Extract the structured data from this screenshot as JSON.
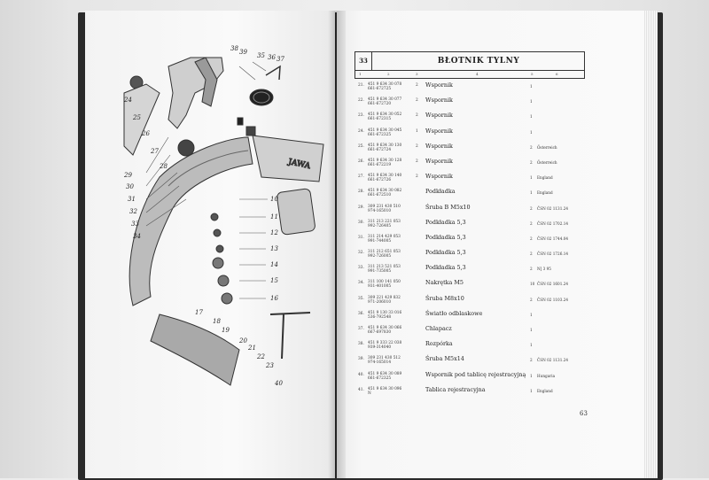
{
  "page_header": {
    "section_number": "33",
    "title": "BŁOTNIK TYLNY",
    "column_numbers": [
      "1",
      "2",
      "3",
      "4",
      "5",
      "6"
    ]
  },
  "page_number": "63",
  "diagram": {
    "label_numbers": [
      "35",
      "36",
      "37",
      "38",
      "39",
      "24",
      "25",
      "26",
      "27",
      "28",
      "29",
      "30",
      "31",
      "32",
      "33",
      "34",
      "10",
      "11",
      "12",
      "13",
      "14",
      "15",
      "16",
      "17",
      "18",
      "19",
      "20",
      "21",
      "22",
      "23",
      "40"
    ]
  },
  "parts": [
    {
      "pos": "21.",
      "codes": [
        "451 9 634 30 078",
        "661-672725"
      ],
      "qty": "2",
      "name": "Wspornik",
      "unit": "1",
      "note": ""
    },
    {
      "pos": "22.",
      "codes": [
        "451 9 634 30 077",
        "661-672720"
      ],
      "qty": "2",
      "name": "Wspornik",
      "unit": "1",
      "note": ""
    },
    {
      "pos": "23.",
      "codes": [
        "451 9 634 30 052",
        "661-672315"
      ],
      "qty": "2",
      "name": "Wspornik",
      "unit": "1",
      "note": ""
    },
    {
      "pos": "24.",
      "codes": [
        "451 9 634 30 045",
        "661-672325"
      ],
      "qty": "1",
      "name": "Wspornik",
      "unit": "1",
      "note": ""
    },
    {
      "pos": "25.",
      "codes": [
        "451 9 634 30 130",
        "661-672724"
      ],
      "qty": "2",
      "name": "Wspornik",
      "unit": "2",
      "note": "Österreich"
    },
    {
      "pos": "26.",
      "codes": [
        "451 9 634 30 128",
        "661-672219"
      ],
      "qty": "2",
      "name": "Wspornik",
      "unit": "2",
      "note": "Österreich"
    },
    {
      "pos": "27.",
      "codes": [
        "451 9 634 30 140",
        "661-672726"
      ],
      "qty": "2",
      "name": "Wspornik",
      "unit": "1",
      "note": "England"
    },
    {
      "pos": "28.",
      "codes": [
        "451 9 634 30 082",
        "661-672510"
      ],
      "qty": "",
      "name": "Podkładka",
      "unit": "1",
      "note": "England"
    },
    {
      "pos": "29.",
      "codes": [
        "309 231 430 510",
        "974-165010"
      ],
      "qty": "",
      "name": "Śruba B M5x10",
      "unit": "2",
      "note": "ČSN 02 1131.24"
    },
    {
      "pos": "30.",
      "codes": [
        "311 213 221 053",
        "992-726405"
      ],
      "qty": "",
      "name": "Podkładka 5,3",
      "unit": "2",
      "note": "ČSN 02 1702.14"
    },
    {
      "pos": "31.",
      "codes": [
        "311 214 429 053",
        "991-744005"
      ],
      "qty": "",
      "name": "Podkładka 5,3",
      "unit": "2",
      "note": "ČSN 02 1744.04"
    },
    {
      "pos": "32.",
      "codes": [
        "311 212 651 053",
        "992-726005"
      ],
      "qty": "",
      "name": "Podkładka 5,3",
      "unit": "2",
      "note": "ČSN 02 1726.14"
    },
    {
      "pos": "33.",
      "codes": [
        "311 213 521 053",
        "991-735005"
      ],
      "qty": "",
      "name": "Podkładka 5,3",
      "unit": "2",
      "note": "N] 3 95"
    },
    {
      "pos": "34.",
      "codes": [
        "311 100 141 050",
        "931-401005"
      ],
      "qty": "",
      "name": "Nakrętka M5",
      "unit": "10",
      "note": "ČSN 02 1601.24"
    },
    {
      "pos": "35.",
      "codes": [
        "309 221 429 832",
        "971-206010"
      ],
      "qty": "",
      "name": "Śruba M8x10",
      "unit": "2",
      "note": "ČSN 02 1103.24"
    },
    {
      "pos": "36.",
      "codes": [
        "451 9 130 33 016",
        "536-792548"
      ],
      "qty": "",
      "name": "Światło odblaskowe",
      "unit": "1",
      "note": ""
    },
    {
      "pos": "37.",
      "codes": [
        "451 9 634 30 066",
        "667-697830"
      ],
      "qty": "",
      "name": "Chlapacz",
      "unit": "1",
      "note": ""
    },
    {
      "pos": "38.",
      "codes": [
        "451 9 333 22 038",
        "939-314040"
      ],
      "qty": "",
      "name": "Rozpórka",
      "unit": "1",
      "note": ""
    },
    {
      "pos": "39.",
      "codes": [
        "309 231 430 512",
        "974-165014"
      ],
      "qty": "",
      "name": "Śruba M5x14",
      "unit": "2",
      "note": "ČSN 02 1131.24"
    },
    {
      "pos": "40.",
      "codes": [
        "451 9 634 30 089",
        "661-672325"
      ],
      "qty": "",
      "name": "Wspornik pod tablicę rejestracyjną",
      "unit": "1",
      "note": "Hungaria"
    },
    {
      "pos": "41.",
      "codes": [
        "451 9 634 30 096",
        "N"
      ],
      "qty": "",
      "name": "Tablica rejestracyjna",
      "unit": "1",
      "note": "England"
    }
  ],
  "colors": {
    "ink": "#222222",
    "page": "#fafafa",
    "cover": "#2a2a2a"
  }
}
